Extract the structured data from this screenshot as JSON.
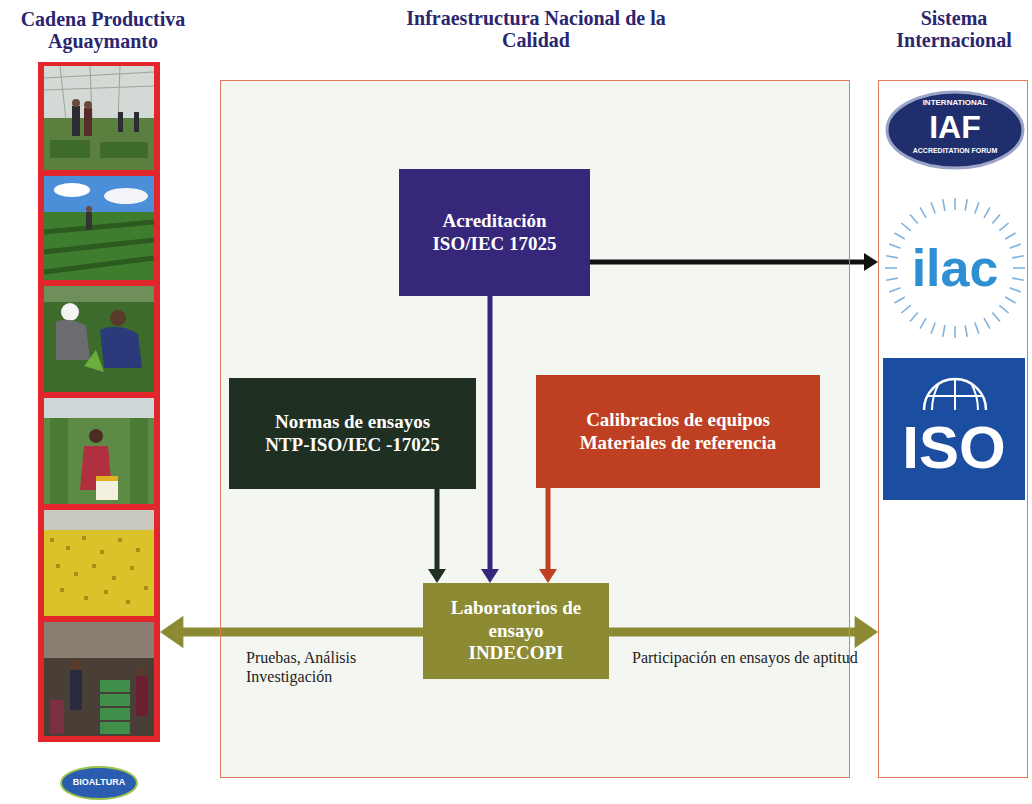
{
  "diagram": {
    "nodes": [
      {
        "text": [
          "Cadena Productiva Aguaymanto"
        ]
      },
      {
        "text": [
          "Infraestructura Nacional de la Calidad"
        ]
      },
      {
        "text": [
          "Sistema Internacional"
        ]
      },
      {
        "text": [
          "Acreditación ISO/IEC 17025"
        ],
        "in": 1
      },
      {
        "text": [
          "Normas de ensayos NTP-ISO/IEC -17025"
        ],
        "in": 1
      },
      {
        "text": [
          "Calibracios de equipos Materiales de referencia"
        ],
        "in": 1
      },
      {
        "text": [
          "Laboratorios de ensayo INDECOPI"
        ],
        "in": 1
      }
    ],
    "edges": [
      {
        "from": 3,
        "to": 2,
        "arrow": "to"
      },
      {
        "from": 3,
        "to": 6,
        "arrow": "to"
      },
      {
        "from": 4,
        "to": 6,
        "arrow": "to"
      },
      {
        "from": 5,
        "to": 6,
        "arrow": "to"
      },
      {
        "from": 6,
        "to": 0,
        "label": "Pruebas, Análisis Investigación",
        "arrow": "to"
      },
      {
        "from": 6,
        "to": 2,
        "label": "Participación en ensayos de aptitud",
        "arrow": "to"
      }
    ],
    "labels": [
      "INTERNATIONAL",
      "IAF",
      "ACCREDITATION FORUM",
      "ilac",
      "ISO",
      "BIOALTURA"
    ]
  }
}
